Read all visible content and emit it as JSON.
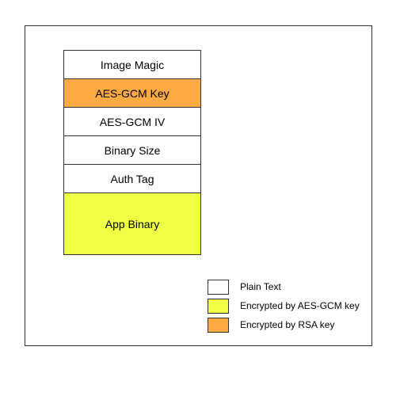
{
  "colors": {
    "plain": "#ffffff",
    "aes": "#eeff44",
    "rsa": "#fbaa44"
  },
  "layout_fields": [
    {
      "label": "Image Magic",
      "kind": "plain"
    },
    {
      "label": "AES-GCM Key",
      "kind": "rsa"
    },
    {
      "label": "AES-GCM IV",
      "kind": "plain"
    },
    {
      "label": "Binary Size",
      "kind": "plain"
    },
    {
      "label": "Auth Tag",
      "kind": "plain"
    },
    {
      "label": "App Binary",
      "kind": "aes"
    }
  ],
  "legend": [
    {
      "label": "Plain Text",
      "kind": "plain"
    },
    {
      "label": "Encrypted by AES-GCM key",
      "kind": "aes"
    },
    {
      "label": "Encrypted by RSA key",
      "kind": "rsa"
    }
  ]
}
